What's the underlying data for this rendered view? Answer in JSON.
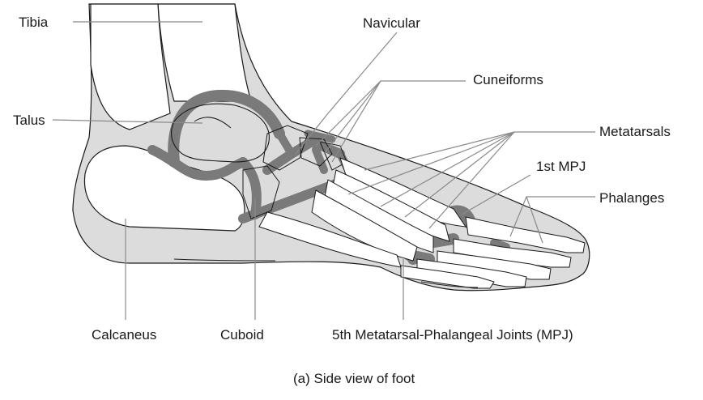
{
  "labels": {
    "tibia": "Tibia",
    "navicular": "Navicular",
    "cuneiforms": "Cuneiforms",
    "talus": "Talus",
    "metatarsals": "Metatarsals",
    "mpj1": "1st MPJ",
    "phalanges": "Phalanges",
    "calcaneus": "Calcaneus",
    "cuboid": "Cuboid",
    "mpj5": "5th Metatarsal-Phalangeal Joints (MPJ)"
  },
  "caption": "(a)  Side view of foot",
  "colors": {
    "skin": "#dcdcdc",
    "bone": "#ffffff",
    "joint": "#7a7a7a",
    "outline": "#1a1a1a",
    "leader": "#8a8a8a"
  }
}
